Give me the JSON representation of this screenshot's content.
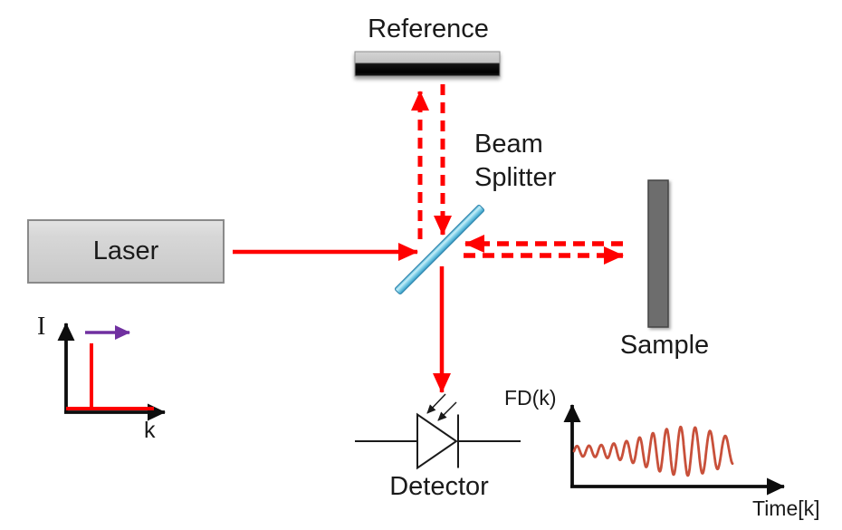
{
  "labels": {
    "reference": "Reference",
    "beam_splitter_lines": [
      "Beam",
      "Splitter"
    ],
    "laser": "Laser",
    "sample": "Sample",
    "detector": "Detector"
  },
  "colors": {
    "beam_red": "#FF0000",
    "sweep_arrow_purple": "#7030A0",
    "waveform_red": "#C8503A",
    "beam_splitter_blue": "#A8DFF0",
    "laser_box_gray": "#D2D2D2",
    "sample_gray": "#6D6D6D",
    "mirror_top_gray": "#C9C9C9",
    "axis_black": "#0D0D0D"
  },
  "chart_data": [
    {
      "type": "line",
      "id": "laser-spectrum",
      "xlabel": "k",
      "ylabel": "I",
      "annotation": "purple arrow indicates wavenumber sweep direction",
      "series": [
        {
          "name": "I(k)",
          "description": "single narrow spectral line (delta-like spike) on zero baseline",
          "spike_x_frac": 0.27,
          "spike_height_frac": 0.78
        }
      ],
      "render": {
        "x0": 73,
        "x1": 170,
        "baseline_y": 451,
        "spike_x": 101,
        "spike_top": 379
      }
    },
    {
      "type": "line",
      "id": "detector-interferogram",
      "title": "FD(k)",
      "xlabel": "Time[k]",
      "ylabel": "",
      "series": [
        {
          "name": "FD(k)",
          "description": "oscillating fringe signal whose amplitude envelope grows toward the right then tapers"
        }
      ],
      "render": {
        "x0": 634,
        "x1": 809,
        "y_mid": 498,
        "amp_base": 5.5,
        "amp_peak": 21.5,
        "env_center": 0.7,
        "env_sigma": 0.32,
        "f0": 13.4,
        "chirp": -3.4,
        "samples": 600
      }
    }
  ]
}
